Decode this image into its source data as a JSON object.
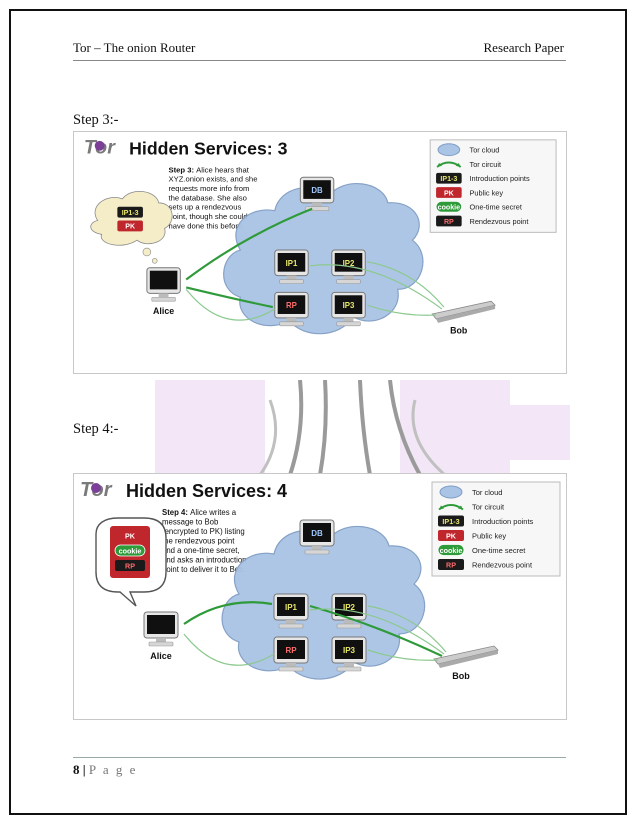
{
  "header": {
    "left": "Tor – The onion Router",
    "right": "Research Paper"
  },
  "steps": [
    {
      "label": "Step 3:-",
      "title": "Hidden Services: 3",
      "desc_bold": "Step 3:",
      "desc_lines": [
        "Alice hears that",
        "XYZ.onion exists, and she",
        "requests more info from",
        "the database.  She also",
        "sets up a rendezvous",
        "point, though she could",
        "have done this before."
      ],
      "bubble_items": [
        "IP1-3",
        "PK"
      ]
    },
    {
      "label": "Step 4:-",
      "title": "Hidden Services: 4",
      "desc_bold": "Step 4:",
      "desc_lines": [
        "Alice writes a",
        "message to Bob",
        "(encrypted to PK) listing",
        "the rendezvous point",
        "and a one-time secret,",
        "and asks an introduction",
        "point to deliver it to Bob."
      ],
      "bubble_items": [
        "PK",
        "cookie",
        "RP"
      ]
    }
  ],
  "diagram": {
    "logo": "Tor",
    "nodes": {
      "db": "DB",
      "ip1": "IP1",
      "ip2": "IP2",
      "rp": "RP",
      "ip3": "IP3"
    },
    "people": {
      "alice": "Alice",
      "bob": "Bob"
    },
    "legend": [
      {
        "badge": "",
        "text": "Tor cloud"
      },
      {
        "badge": "",
        "text": "Tor circuit"
      },
      {
        "badge": "IP1-3",
        "text": "Introduction points"
      },
      {
        "badge": "PK",
        "text": "Public key"
      },
      {
        "badge": "cookie",
        "text": "One-time secret"
      },
      {
        "badge": "RP",
        "text": "Rendezvous point"
      }
    ],
    "colors": {
      "cloud": "#a9c4e4",
      "arrow_strong": "#2f9a3a",
      "arrow_light": "#8cc98f",
      "pk_badge": "#c0272d",
      "rp_badge": "#c0272d",
      "ip_badge": "#1a1a1a",
      "cookie_badge": "#2f9a3a",
      "title_blue": "#1b3f7a"
    }
  },
  "footer": {
    "page_number": "8",
    "separator": "|",
    "page_word": "P a g e"
  }
}
